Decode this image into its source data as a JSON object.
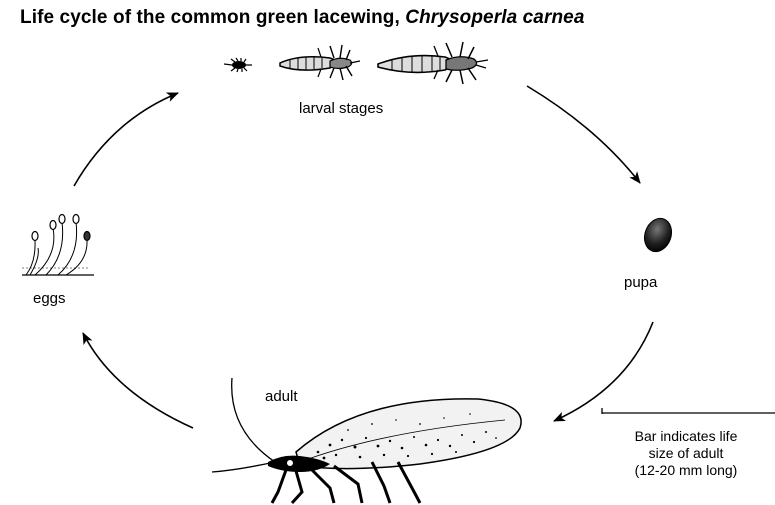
{
  "title": {
    "main": "Life cycle of the common green lacewing,",
    "species": "Chrysoperla carnea"
  },
  "labels": {
    "larval": "larval stages",
    "pupa": "pupa",
    "eggs": "eggs",
    "adult": "adult"
  },
  "scale_note": {
    "line1": "Bar indicates life",
    "line2": "size of adult",
    "line3": "(12-20 mm long)"
  },
  "cycle": {
    "stages": [
      "eggs",
      "larval stages",
      "pupa",
      "adult"
    ],
    "direction": "clockwise"
  }
}
